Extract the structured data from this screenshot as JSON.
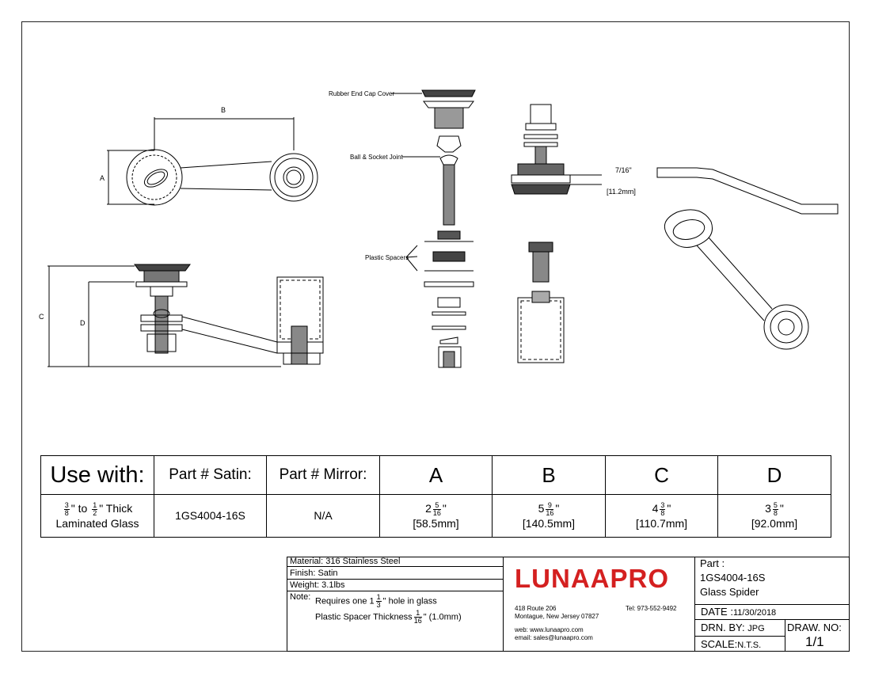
{
  "callouts": {
    "rubber_end_cap": "Rubber End Cap Cover",
    "ball_socket": "Ball & Socket Joint",
    "plastic_spacers": "Plastic Spacers"
  },
  "dims": {
    "a": "A",
    "b": "B",
    "c": "C",
    "d": "D",
    "thickness_in": "7/16\"",
    "thickness_mm": "[11.2mm]"
  },
  "spec_table": {
    "headers": {
      "use_with": "Use with:",
      "part_satin": "Part # Satin:",
      "part_mirror": "Part # Mirror:",
      "a": "A",
      "b": "B",
      "c": "C",
      "d": "D"
    },
    "row": {
      "use_with_from_n": "3",
      "use_with_from_d": "8",
      "use_with_to_text": "\" to",
      "use_with_to_n": "1",
      "use_with_to_d": "2",
      "use_with_thick": "\" Thick",
      "use_with_line2": "Laminated Glass",
      "part_satin": "1GS4004-16S",
      "part_mirror": "N/A",
      "a_whole": "2",
      "a_n": "5",
      "a_d": "16",
      "a_mm": "[58.5mm]",
      "b_whole": "5",
      "b_n": "9",
      "b_d": "16",
      "b_mm": "[140.5mm]",
      "c_whole": "4",
      "c_n": "3",
      "c_d": "8",
      "c_mm": "[110.7mm]",
      "d_whole": "3",
      "d_n": "5",
      "d_d": "8",
      "d_mm": "[92.0mm]",
      "inch_mark": "\""
    }
  },
  "title_block": {
    "material": "Material: 316 Stainless Steel",
    "finish": "Finish: Satin",
    "weight": "Weight: 3.1lbs",
    "note_label": "Note:",
    "note_line1_a": "Requires one 1",
    "note_line1_n": "1",
    "note_line1_d": "3",
    "note_line1_b": "\" hole in glass",
    "note_line2_a": "Plastic Spacer Thickness",
    "note_line2_n": "1",
    "note_line2_d": "16",
    "note_line2_b": "\" (1.0mm)",
    "logo": "LUNAAPRO",
    "address1": "418 Route 206",
    "address2": "Montague, New Jersey 07827",
    "tel": "Tel: 973-552-9492",
    "web": "web: www.lunaapro.com",
    "email": "email: sales@lunaapro.com",
    "part_label": "Part :",
    "part_number": "1GS4004-16S",
    "part_name": "Glass Spider",
    "date_label": "DATE :",
    "date_value": "11/30/2018",
    "drn_label": "DRN. BY:",
    "drn_value": "JPG",
    "draw_no_label": "DRAW. NO:",
    "draw_no_value": "1/1",
    "scale_label": "SCALE:",
    "scale_value": "N.T.S."
  }
}
